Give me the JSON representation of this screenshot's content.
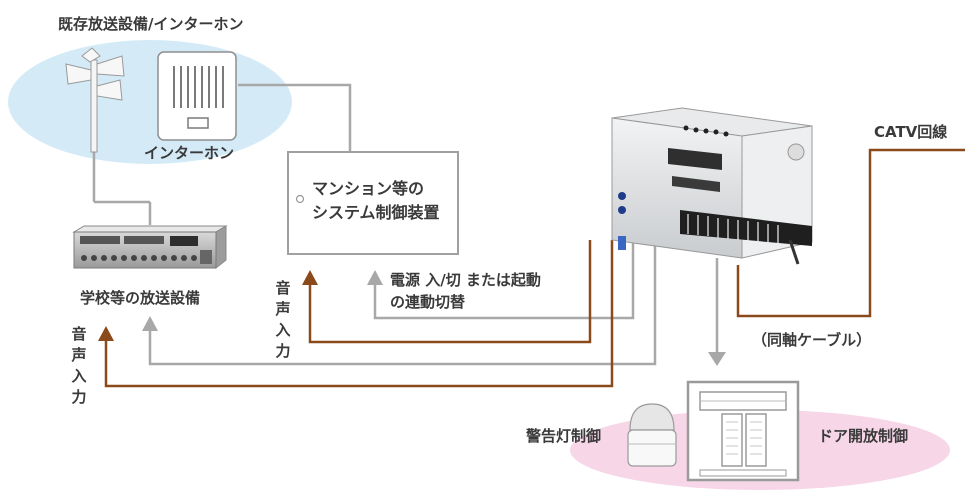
{
  "labels": {
    "top_title": "既存放送設備/インターホン",
    "intercom": "インターホン",
    "mansion_line1": "マンション等の",
    "mansion_line2": "システム制御装置",
    "school": "学校等の放送設備",
    "voice_input_a": "音声入力",
    "voice_input_b": "音声入力",
    "power_line1": "電源 入/切 または起動",
    "power_line2": "の連動切替",
    "catv": "CATV回線",
    "coax": "（同軸ケーブル）",
    "warning": "警告灯制御",
    "door": "ドア開放制御"
  },
  "colors": {
    "brown": "#8b4a1c",
    "gray_line": "#a8a8a8",
    "blue_ellipse": "#d4ebf7",
    "pink_ellipse": "#f7d6e8"
  }
}
